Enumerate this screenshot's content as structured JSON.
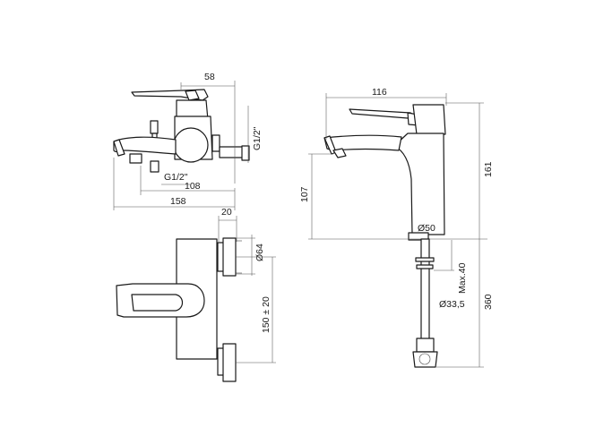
{
  "labels": {
    "bath_width_58": "58",
    "bath_thread_right": "G1/2\"",
    "bath_thread_left": "G1/2\"",
    "bath_108": "108",
    "bath_158": "158",
    "bath_20": "20",
    "bath_d64": "Ø64",
    "bath_150": "150 ± 20",
    "basin_116": "116",
    "basin_161": "161",
    "basin_107": "107",
    "basin_d50": "Ø50",
    "basin_max40": "Max.40",
    "basin_d33": "Ø33,5",
    "basin_360": "360"
  }
}
